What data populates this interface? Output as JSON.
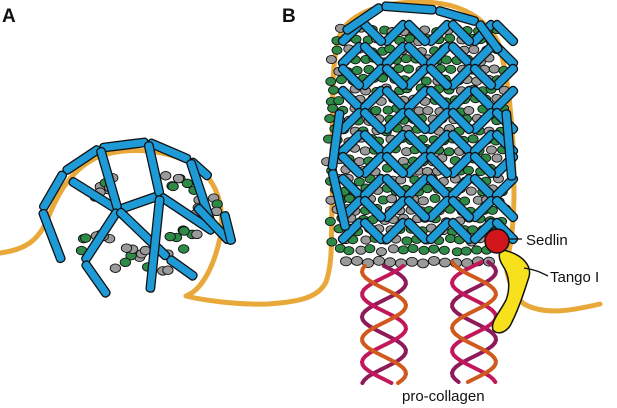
{
  "panels": {
    "a": "A",
    "b": "B"
  },
  "labels": {
    "sedlin": "Sedlin",
    "tango": "Tango I",
    "procollagen": "pro-collagen"
  },
  "colors": {
    "membrane": "#E8A93A",
    "cage_rod": "#1E9BD7",
    "outline": "#111111",
    "adaptor_green": "#2E8B47",
    "adaptor_grey": "#9A9A9A",
    "sedlin": "#D0151B",
    "tango": "#F7E11D",
    "helix_dark": "#8E1A5A",
    "helix_red": "#C2185B",
    "helix_orange": "#D0591E"
  }
}
